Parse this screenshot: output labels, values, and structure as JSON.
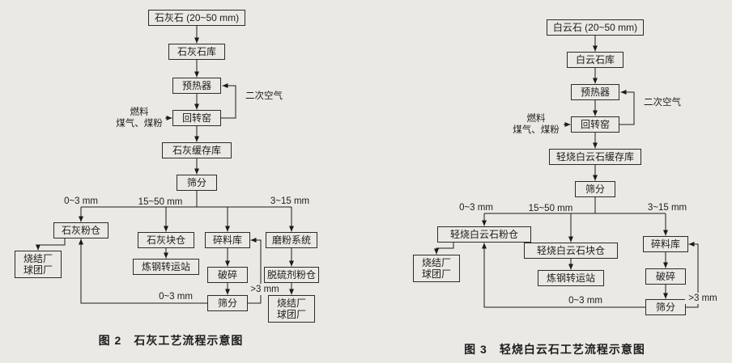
{
  "theme": {
    "paper": "#ebe9e4",
    "ink": "#1c1c1c",
    "line": "#1a1a1a"
  },
  "fig2": {
    "caption": "图 2　石灰工艺流程示意图",
    "nodes": {
      "limestone": "石灰石 (20~50 mm)",
      "limestone_store": "石灰石库",
      "preheater": "预热器",
      "rotary_kiln": "回转窑",
      "lime_buffer_store": "石灰缓存库",
      "screening": "筛分",
      "lime_powder_silo": "石灰粉仓",
      "sinter_pellet_plant_left": "烧结厂\n球团厂",
      "lime_lump_silo": "石灰块仓",
      "steel_transfer_station": "炼钢转运站",
      "crushed_material_store": "碎料库",
      "crushing": "破碎",
      "screening_bottom": "筛分",
      "grinding_system": "磨粉系统",
      "desulfurizer_powder_silo": "脱硫剂粉仓",
      "sinter_pellet_plant_right": "烧结厂\n球团厂"
    },
    "labels": {
      "secondary_air": "二次空气",
      "fuel": "燃料\n煤气、煤粉",
      "size_fine": "0~3 mm",
      "size_lump": "15~50 mm",
      "size_mid": "3~15 mm",
      "return_fine": "0~3 mm",
      "return_coarse": ">3 mm"
    }
  },
  "fig3": {
    "caption": "图 3　轻烧白云石工艺流程示意图",
    "nodes": {
      "dolomite": "白云石 (20~50 mm)",
      "dolomite_store": "白云石库",
      "preheater": "预热器",
      "rotary_kiln": "回转窑",
      "dolomite_buffer_store": "轻烧白云石缓存库",
      "screening": "筛分",
      "dolomite_powder_silo": "轻烧白云石粉仓",
      "sinter_pellet_plant": "烧结厂\n球团厂",
      "dolomite_lump_silo": "轻烧白云石块仓",
      "steel_transfer_station": "炼钢转运站",
      "crushed_material_store": "碎料库",
      "crushing": "破碎",
      "screening_bottom": "筛分"
    },
    "labels": {
      "secondary_air": "二次空气",
      "fuel": "燃料\n煤气、煤粉",
      "size_fine": "0~3 mm",
      "size_lump": "15~50 mm",
      "size_mid": "3~15 mm",
      "return_fine": "0~3 mm",
      "return_coarse": ">3 mm"
    }
  }
}
